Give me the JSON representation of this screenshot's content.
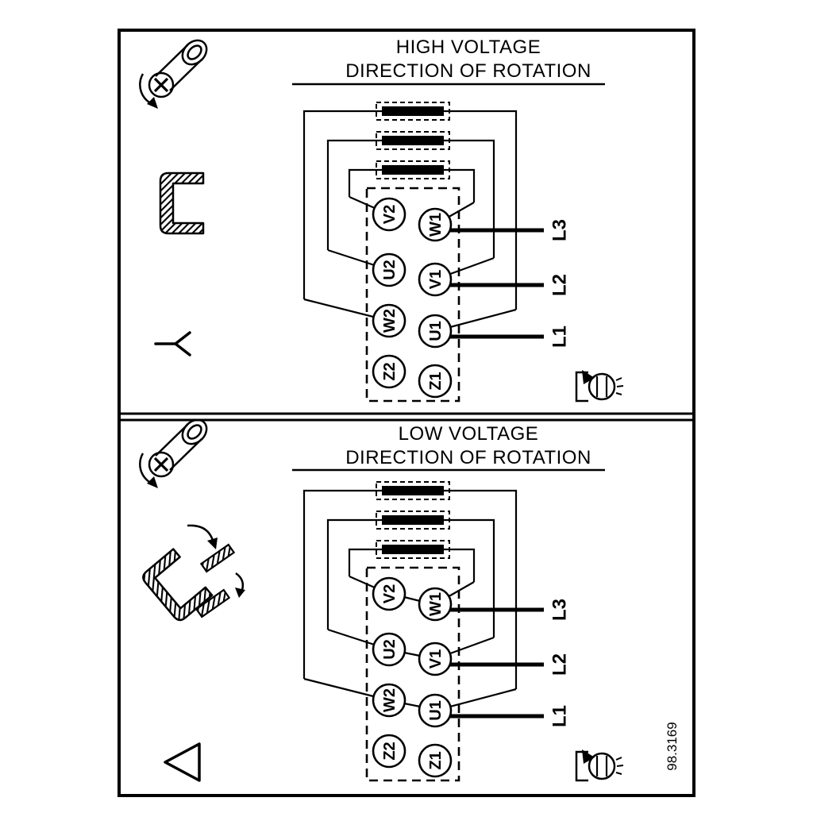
{
  "figure_number": "98.3169",
  "colors": {
    "ink": "#000000",
    "background": "#ffffff"
  },
  "icons": {
    "screw": "screw-with-rotation-arrow",
    "ground": "ground-terminal-screw",
    "jumper_link": "terminal-jumper-link",
    "jumper_move": "jumper-repositioning",
    "star": "star-connection-symbol",
    "delta": "delta-connection-symbol"
  },
  "panels": {
    "high": {
      "title_line1": "HIGH VOLTAGE",
      "title_line2": "DIRECTION OF ROTATION",
      "connection": "star",
      "terminals_left": [
        "V2",
        "U2",
        "W2",
        "Z2"
      ],
      "terminals_right": [
        "W1",
        "V1",
        "U1",
        "Z1"
      ],
      "supply_lines": [
        "L3",
        "L2",
        "L1"
      ]
    },
    "low": {
      "title_line1": "LOW VOLTAGE",
      "title_line2": "DIRECTION OF ROTATION",
      "connection": "delta",
      "terminals_left": [
        "V2",
        "U2",
        "W2",
        "Z2"
      ],
      "terminals_right": [
        "W1",
        "V1",
        "U1",
        "Z1"
      ],
      "supply_lines": [
        "L3",
        "L2",
        "L1"
      ]
    }
  }
}
